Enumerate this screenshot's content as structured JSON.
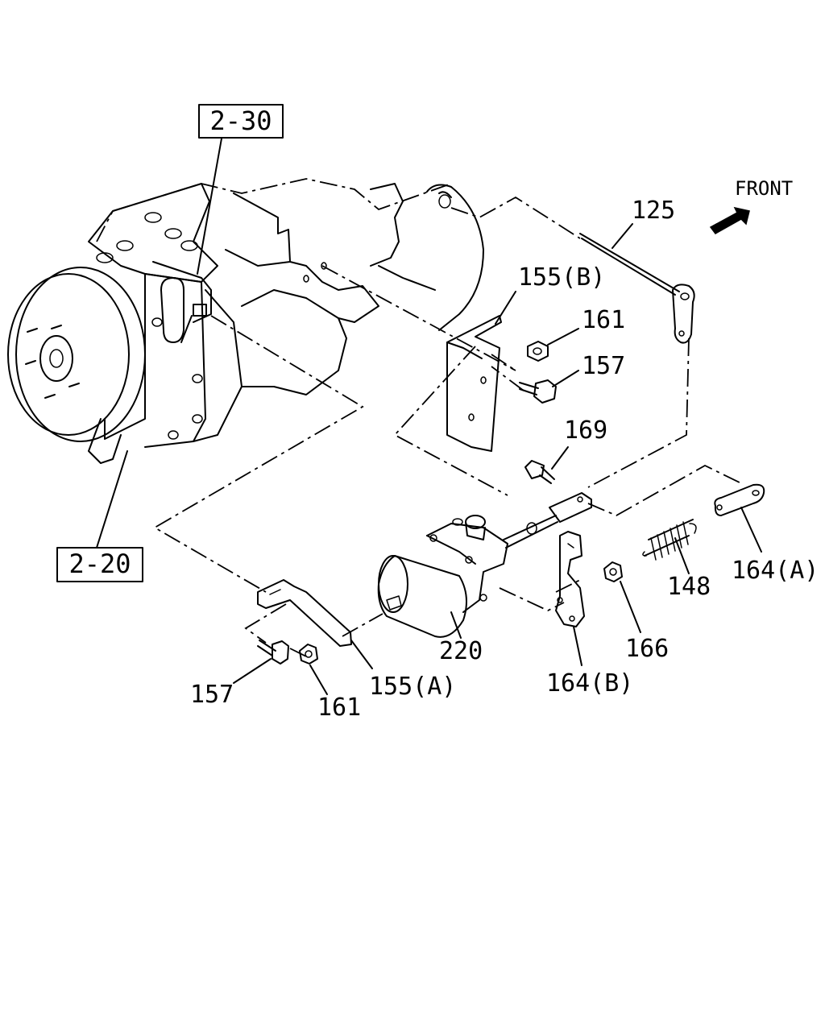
{
  "references": [
    {
      "id": "ref-2-30",
      "text": "2-30"
    },
    {
      "id": "ref-2-20",
      "text": "2-20"
    }
  ],
  "direction_label": "FRONT",
  "parts": {
    "p125": "125",
    "p155b": "155(B)",
    "p161_top": "161",
    "p157_top": "157",
    "p169": "169",
    "p164a": "164(A)",
    "p148": "148",
    "p166": "166",
    "p220": "220",
    "p164b": "164(B)",
    "p155a": "155(A)",
    "p157_bottom": "157",
    "p161_bottom": "161"
  }
}
